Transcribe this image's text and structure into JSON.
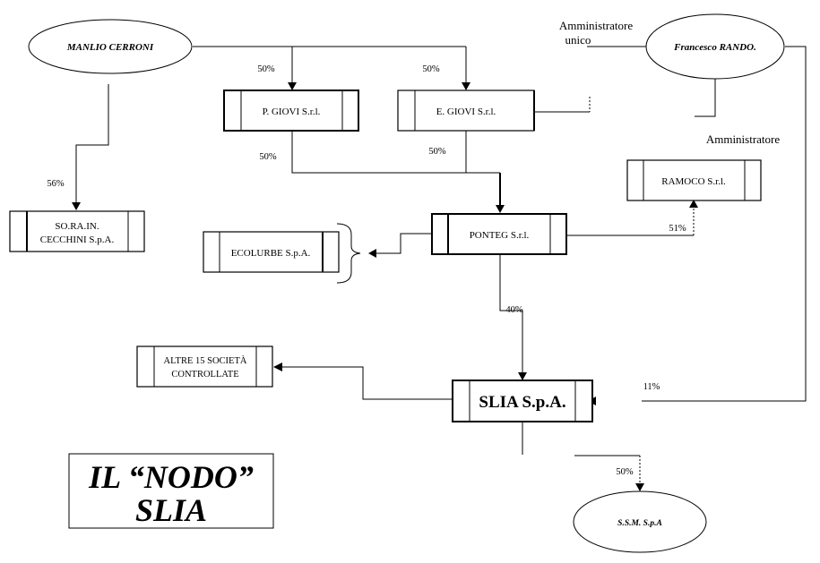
{
  "diagram": {
    "title_line1": "IL “NODO”",
    "title_line2": "SLIA",
    "persons": {
      "cerroni": "MANLIO CERRONI",
      "rando": "Francesco RANDO."
    },
    "roles": {
      "admin_unico_line1": "Amministratore",
      "admin_unico_line2": "unico",
      "admin": "Amministratore"
    },
    "companies": {
      "p_giovi": "P. GIOVI S.r.l.",
      "e_giovi": "E. GIOVI S.r.l.",
      "soraincecchini_line1": "SO.RA.IN.",
      "soraincecchini_line2": "CECCHINI S.p.A.",
      "ramoco": "RAMOCO S.r.l.",
      "ponteg": "PONTEG S.r.l.",
      "ecolurbe": "ECOLURBE S.p.A.",
      "altre_line1": "ALTRE 15 SOCIETÀ",
      "altre_line2": "CONTROLLATE",
      "slia": "SLIA S.p.A.",
      "ssm": "S.S.M. S.p.A"
    },
    "stakes": {
      "cerroni_to_pgiovi": "50%",
      "cerroni_to_egiovi": "50%",
      "cerroni_to_sorain": "56%",
      "pgiovi_to_ponteg": "50%",
      "egiovi_to_ponteg": "50%",
      "ponteg_to_ramoco": "51%",
      "ponteg_to_slia": "40%",
      "rando_to_slia": "11%",
      "slia_to_ssm": "50%"
    }
  }
}
